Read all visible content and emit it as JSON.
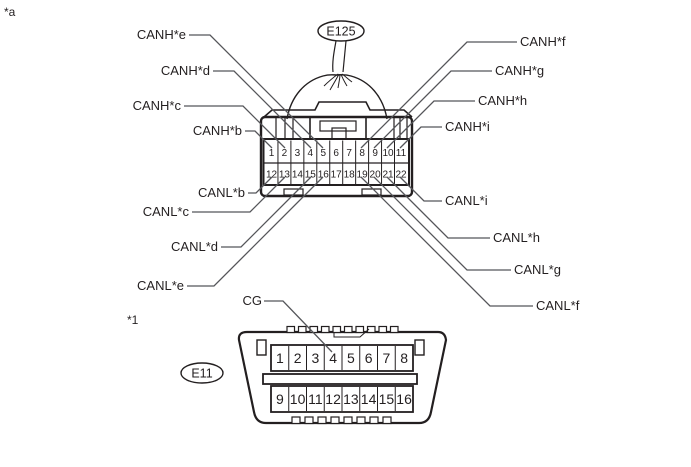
{
  "page": {
    "note_a": "*a",
    "note_1": "*1"
  },
  "colors": {
    "background": "#ffffff",
    "ink": "#231f20",
    "leader_line": "#55565a"
  },
  "connectors": {
    "e125": {
      "id_label": "E125",
      "pins_top": [
        "1",
        "2",
        "3",
        "4",
        "5",
        "6",
        "7",
        "8",
        "9",
        "10",
        "11"
      ],
      "pins_bottom": [
        "12",
        "13",
        "14",
        "15",
        "16",
        "17",
        "18",
        "19",
        "20",
        "21",
        "22"
      ],
      "wire_labels": [
        {
          "text": "CANH*e",
          "pin": "5"
        },
        {
          "text": "CANH*d",
          "pin": "4"
        },
        {
          "text": "CANH*c",
          "pin": "2"
        },
        {
          "text": "CANH*b",
          "pin": "1"
        },
        {
          "text": "CANL*b",
          "pin": "12"
        },
        {
          "text": "CANL*c",
          "pin": "13"
        },
        {
          "text": "CANL*d",
          "pin": "15"
        },
        {
          "text": "CANL*e",
          "pin": "16"
        },
        {
          "text": "CANH*f",
          "pin": "8"
        },
        {
          "text": "CANH*g",
          "pin": "9"
        },
        {
          "text": "CANH*h",
          "pin": "10"
        },
        {
          "text": "CANH*i",
          "pin": "11"
        },
        {
          "text": "CANL*i",
          "pin": "22"
        },
        {
          "text": "CANL*h",
          "pin": "21"
        },
        {
          "text": "CANL*g",
          "pin": "20"
        },
        {
          "text": "CANL*f",
          "pin": "19"
        }
      ]
    },
    "e11": {
      "id_label": "E11",
      "pins_top": [
        "1",
        "2",
        "3",
        "4",
        "5",
        "6",
        "7",
        "8"
      ],
      "pins_bottom": [
        "9",
        "10",
        "11",
        "12",
        "13",
        "14",
        "15",
        "16"
      ],
      "wire_labels": [
        {
          "text": "CG",
          "pin": "4"
        }
      ]
    }
  }
}
